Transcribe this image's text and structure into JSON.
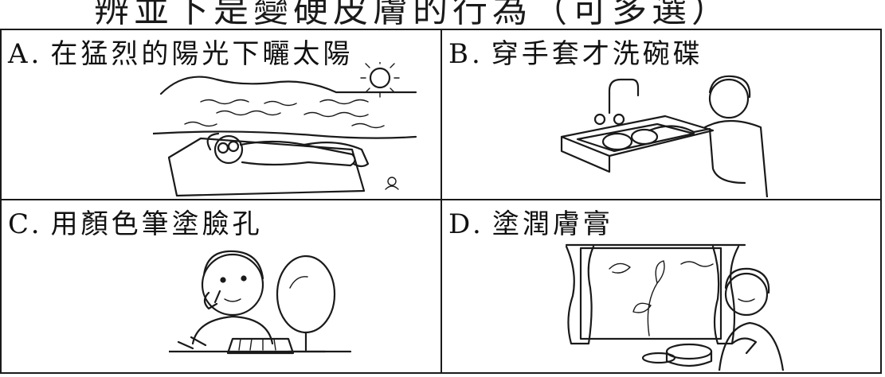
{
  "header_partial": "辨並下是變硬皮膚的行為（可多選）",
  "options": [
    {
      "letter": "A.",
      "text": "在猛烈的陽光下曬太陽"
    },
    {
      "letter": "B.",
      "text": "穿手套才洗碗碟"
    },
    {
      "letter": "C.",
      "text": "用顏色筆塗臉孔"
    },
    {
      "letter": "D.",
      "text": "塗潤膚膏"
    }
  ]
}
